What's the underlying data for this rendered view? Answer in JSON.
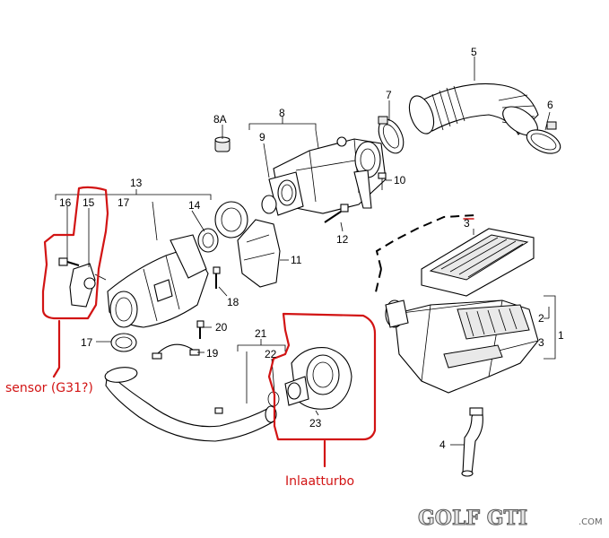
{
  "diagram": {
    "part_numbers": {
      "p1": "1",
      "p2": "2",
      "p3a": "3",
      "p3b": "3",
      "p4": "4",
      "p5": "5",
      "p6": "6",
      "p7": "7",
      "p8": "8",
      "p8a": "8A",
      "p9": "9",
      "p10": "10",
      "p11": "11",
      "p12": "12",
      "p13": "13",
      "p14": "14",
      "p15": "15",
      "p16": "16",
      "p17a": "17",
      "p17b": "17",
      "p18": "18",
      "p19": "19",
      "p20": "20",
      "p21": "21",
      "p22": "22",
      "p23": "23"
    },
    "annotations": {
      "sensor_label": "sensor (G31?)",
      "turbo_label": "Inlaatturbo"
    },
    "watermark": {
      "logo_text": "GOLF GTI",
      "domain": ".COM"
    },
    "colors": {
      "annotation": "#d21414",
      "line": "#000000"
    }
  }
}
